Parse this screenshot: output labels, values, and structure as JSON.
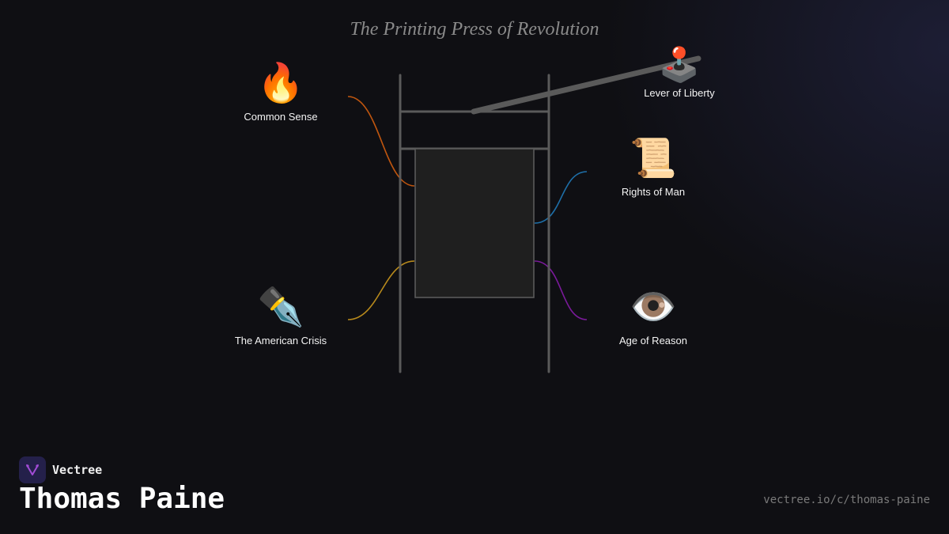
{
  "title": "The Printing Press of Revolution",
  "colors": {
    "background": "#0f0f13",
    "frame": "#5a5a5a",
    "platen": "#1f1f1f",
    "common_sense_line": "#c0560f",
    "rights_of_man_line": "#1e6fa8",
    "american_crisis_line": "#b88a1c",
    "age_of_reason_line": "#7a1a9a",
    "brand_logo": "#24204a",
    "brand_accent": "#a24cd6"
  },
  "nodes": {
    "common_sense": {
      "label": "Common Sense",
      "glyph": "🔥",
      "icon": "fire-icon"
    },
    "american_crisis": {
      "label": "The American Crisis",
      "glyph": "✒️",
      "icon": "fountain-pen-icon"
    },
    "lever": {
      "label": "Lever of Liberty",
      "glyph": "🕹️",
      "icon": "joystick-icon"
    },
    "rights_of_man": {
      "label": "Rights of Man",
      "glyph": "📜",
      "icon": "scroll-icon"
    },
    "age_of_reason": {
      "label": "Age of Reason",
      "glyph": "👁️",
      "icon": "eye-icon"
    }
  },
  "brand": {
    "name": "Vectree",
    "icon": "vectree-logo-icon"
  },
  "person": {
    "name": "Thomas Paine"
  },
  "url": "vectree.io/c/thomas-paine"
}
